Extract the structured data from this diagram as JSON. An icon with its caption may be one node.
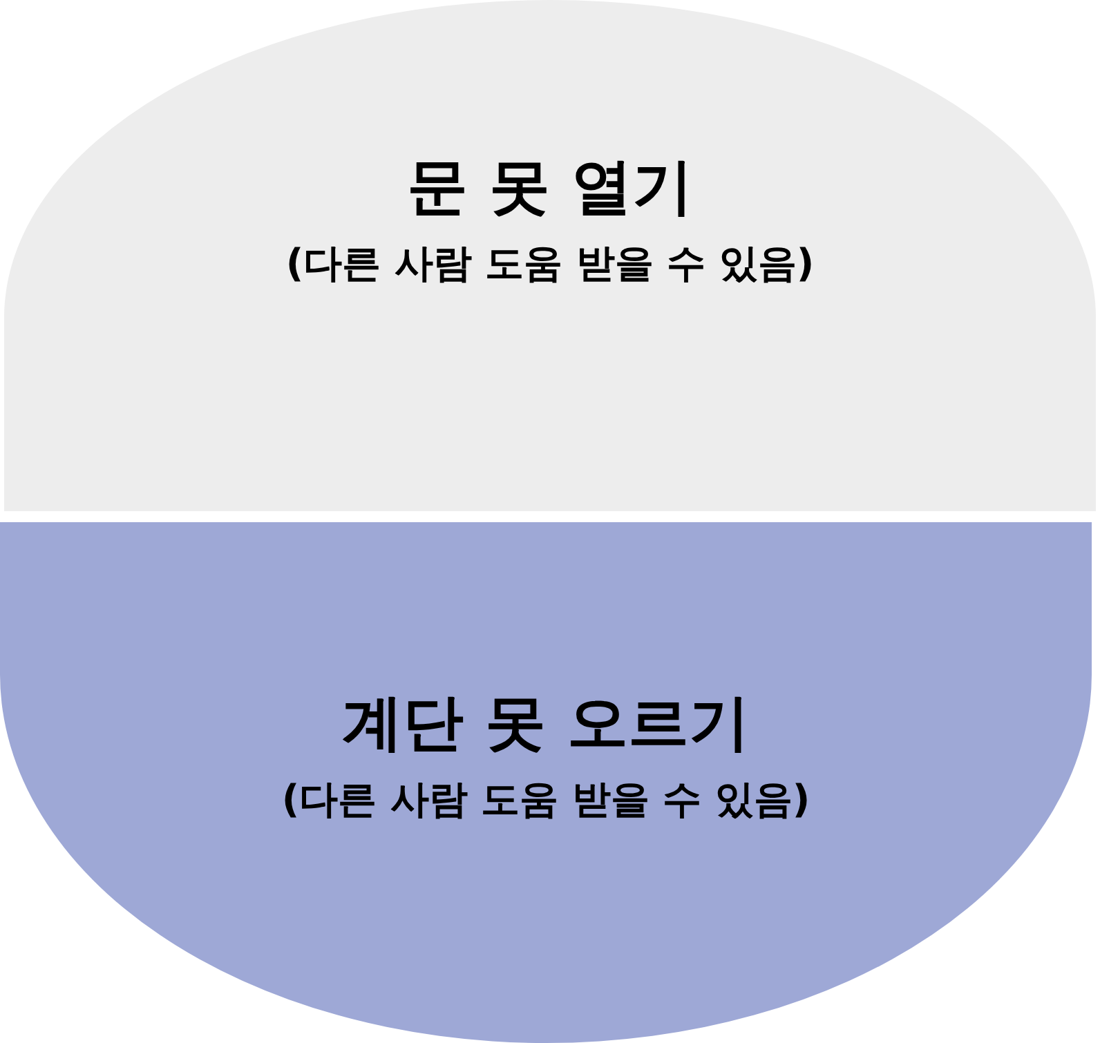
{
  "diagram": {
    "nodes": [
      {
        "text": [
          "문 못 열기",
          "(다른 사람 도움 받을 수 있음)"
        ]
      },
      {
        "text": [
          "계단 못 오르기",
          "(다른 사람 도움 받을 수 있음)"
        ]
      }
    ]
  }
}
